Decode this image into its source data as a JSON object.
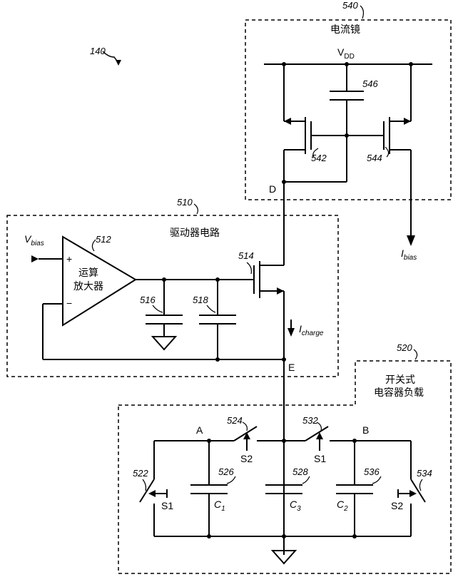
{
  "figure_ref": "140",
  "current_mirror": {
    "ref": "540",
    "title": "电流镜",
    "supply": "V",
    "supply_sub": "DD",
    "cap_ref": "546",
    "t1_ref": "542",
    "t2_ref": "544",
    "node_d": "D",
    "out_label": "I",
    "out_sub": "bias"
  },
  "driver": {
    "ref": "510",
    "title": "驱动器电路",
    "vin": "V",
    "vin_sub": "bias",
    "opamp_ref": "512",
    "opamp_line1": "运算",
    "opamp_line2": "放大器",
    "plus": "+",
    "minus": "−",
    "transistor_ref": "514",
    "cap1_ref": "516",
    "cap2_ref": "518",
    "charge_label": "I",
    "charge_sub": "charge",
    "node_e": "E"
  },
  "load": {
    "ref": "520",
    "title_line1": "开关式",
    "title_line2": "电容器负载",
    "node_a": "A",
    "node_b": "B",
    "sw524_ref": "524",
    "sw524_label": "S2",
    "sw532_ref": "532",
    "sw532_label": "S1",
    "sw522_ref": "522",
    "sw522_label": "S1",
    "sw534_ref": "534",
    "sw534_label": "S2",
    "c1_ref": "526",
    "c1_label": "C",
    "c1_sub": "1",
    "c3_ref": "528",
    "c3_label": "C",
    "c3_sub": "3",
    "c2_ref": "536",
    "c2_label": "C",
    "c2_sub": "2"
  }
}
